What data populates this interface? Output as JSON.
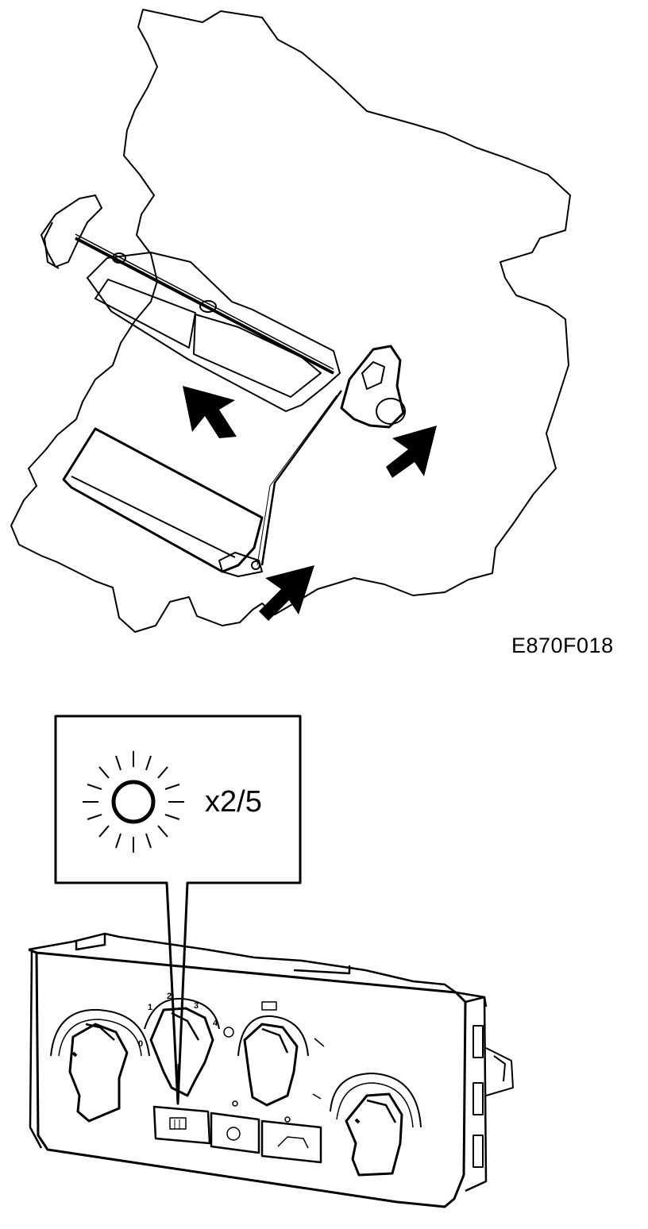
{
  "figure_reference": "E870F018",
  "callout": {
    "multiplier_text": "x2/5",
    "icon": "light-bulb-illumination-icon"
  },
  "fan_speed_marks": [
    "0",
    "1",
    "2",
    "3",
    "4"
  ]
}
